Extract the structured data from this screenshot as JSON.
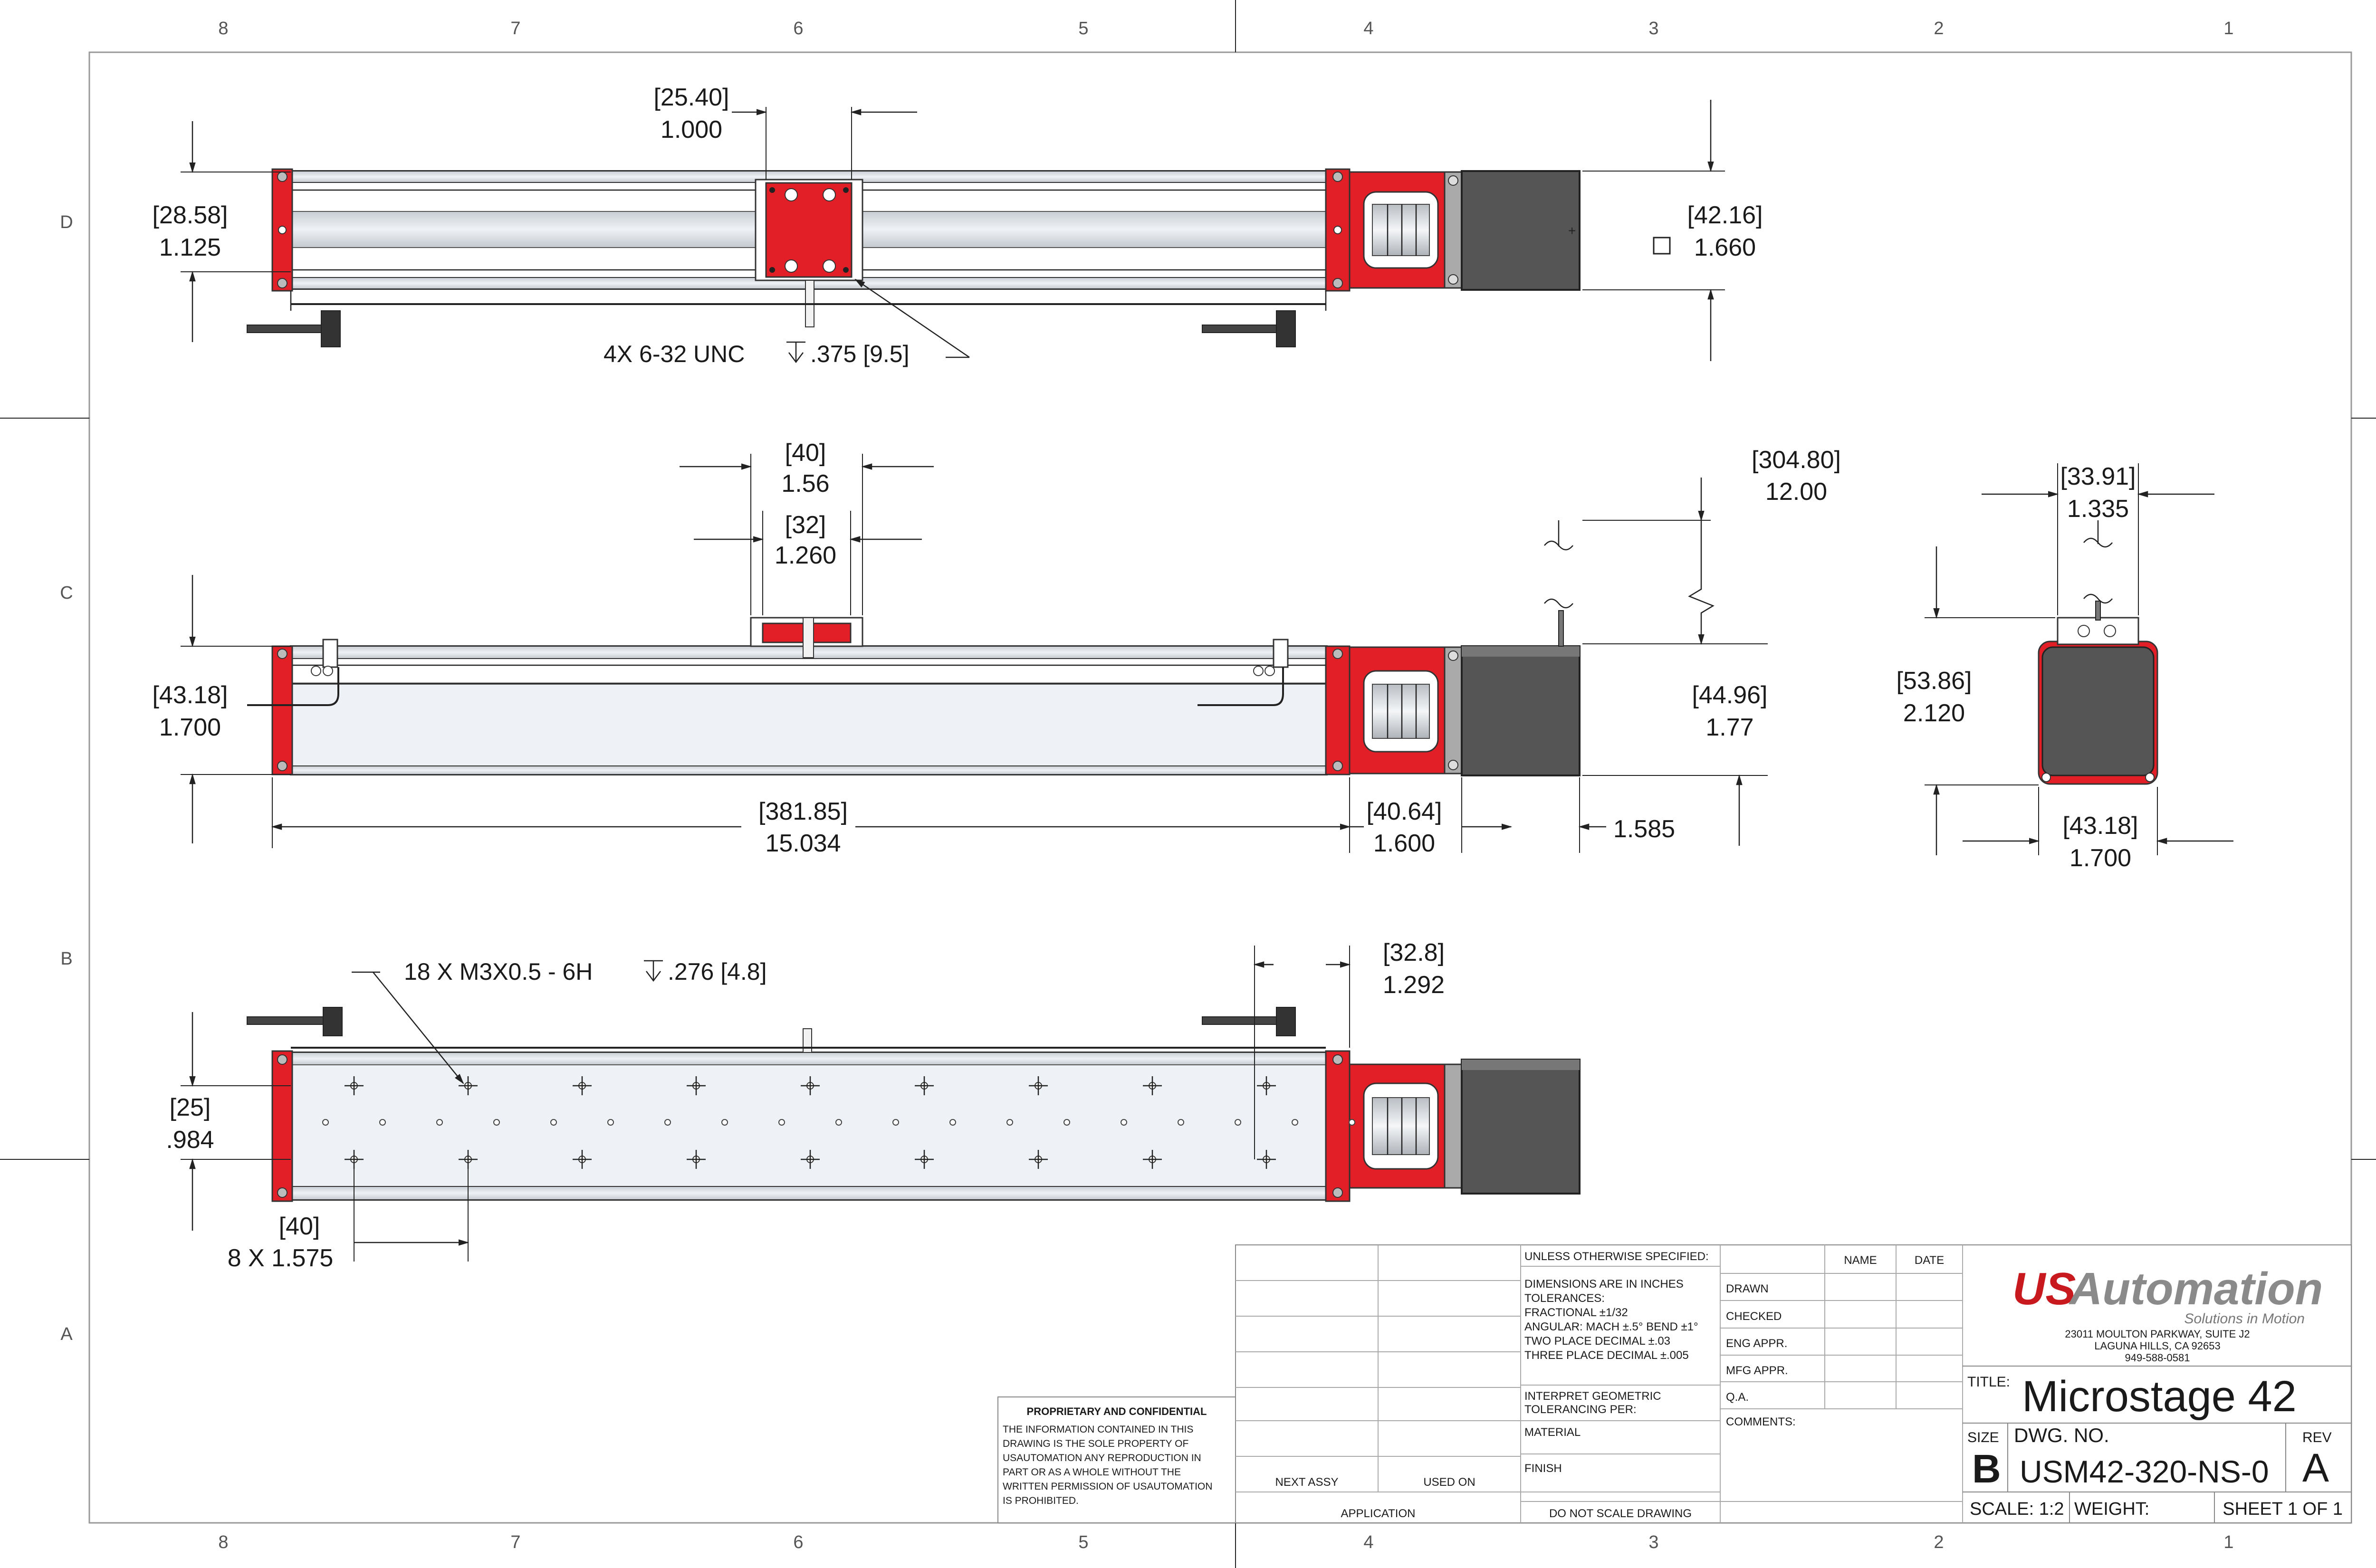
{
  "zones": {
    "columns": [
      "8",
      "7",
      "6",
      "5",
      "4",
      "3",
      "2",
      "1"
    ],
    "rows": [
      "D",
      "C",
      "B",
      "A"
    ]
  },
  "top_view": {
    "dim_carriage_width": {
      "mm": "[25.40]",
      "in": "1.000"
    },
    "dim_height": {
      "mm": "[28.58]",
      "in": "1.125"
    },
    "dim_motor": {
      "mm": "[42.16]",
      "in": "1.660"
    },
    "note_holes": "4X 6-32 UNC",
    "note_holes_depth": ".375 [9.5]"
  },
  "side_view": {
    "dim_carriage_outer": {
      "mm": "[40]",
      "in": "1.56"
    },
    "dim_carriage_inner": {
      "mm": "[32]",
      "in": "1.260"
    },
    "dim_travel": {
      "mm": "[304.80]",
      "in": "12.00"
    },
    "dim_height": {
      "mm": "[43.18]",
      "in": "1.700"
    },
    "dim_motor_height": {
      "mm": "[44.96]",
      "in": "1.77"
    },
    "dim_length": {
      "mm": "[381.85]",
      "in": "15.034"
    },
    "dim_coupler": {
      "mm": "[40.64]",
      "in": "1.600"
    },
    "dim_motor_len": "1.585"
  },
  "end_view": {
    "dim_top": {
      "mm": "[33.91]",
      "in": "1.335"
    },
    "dim_height": {
      "mm": "[53.86]",
      "in": "2.120"
    },
    "dim_width": {
      "mm": "[43.18]",
      "in": "1.700"
    }
  },
  "bottom_view": {
    "note_holes": "18 X M3X0.5  - 6H",
    "note_holes_depth": ".276 [4.8]",
    "dim_end": {
      "mm": "[32.8]",
      "in": "1.292"
    },
    "dim_width": {
      "mm": "[25]",
      "in": ".984"
    },
    "dim_pitch": {
      "mm": "[40]",
      "in": "8 X 1.575"
    }
  },
  "title_block": {
    "proprietary_title": "PROPRIETARY AND CONFIDENTIAL",
    "proprietary_text": [
      "THE INFORMATION CONTAINED IN THIS",
      "DRAWING IS THE SOLE PROPERTY OF",
      "USAUTOMATION ANY REPRODUCTION IN",
      "PART OR AS A WHOLE WITHOUT THE",
      "WRITTEN PERMISSION OF USAUTOMATION",
      "IS PROHIBITED."
    ],
    "next_assy": "NEXT ASSY",
    "used_on": "USED ON",
    "application": "APPLICATION",
    "do_not_scale": "DO NOT SCALE DRAWING",
    "unless": "UNLESS OTHERWISE SPECIFIED:",
    "tolerances": [
      "DIMENSIONS ARE IN INCHES",
      "TOLERANCES:",
      "FRACTIONAL ±1/32",
      "ANGULAR: MACH ±.5° BEND ±1°",
      "TWO PLACE DECIMAL    ±.03",
      "THREE PLACE DECIMAL  ±.005"
    ],
    "interpret": [
      "INTERPRET GEOMETRIC",
      "TOLERANCING PER:"
    ],
    "material": "MATERIAL",
    "finish": "FINISH",
    "name": "NAME",
    "date": "DATE",
    "drawn": "DRAWN",
    "checked": "CHECKED",
    "eng_appr": "ENG APPR.",
    "mfg_appr": "MFG APPR.",
    "qa": "Q.A.",
    "comments": "COMMENTS:",
    "logo_us": "US",
    "logo_automation": "Automation",
    "tagline": "Solutions in Motion",
    "address": [
      "23011 MOULTON PARKWAY, SUITE J2",
      "LAGUNA HILLS, CA 92653",
      "949-588-0581"
    ],
    "title_label": "TITLE:",
    "title": "Microstage 42",
    "size_label": "SIZE",
    "size": "B",
    "dwg_label": "DWG.  NO.",
    "dwg_no": "USM42-320-NS-0",
    "rev_label": "REV",
    "rev": "A",
    "scale": "SCALE: 1:2",
    "weight": "WEIGHT:",
    "sheet": "SHEET 1 OF 1"
  },
  "colors": {
    "red": "#e21f26",
    "motor": "#555555",
    "rail": "#d9dee4",
    "rail_light": "#eef2f6"
  }
}
